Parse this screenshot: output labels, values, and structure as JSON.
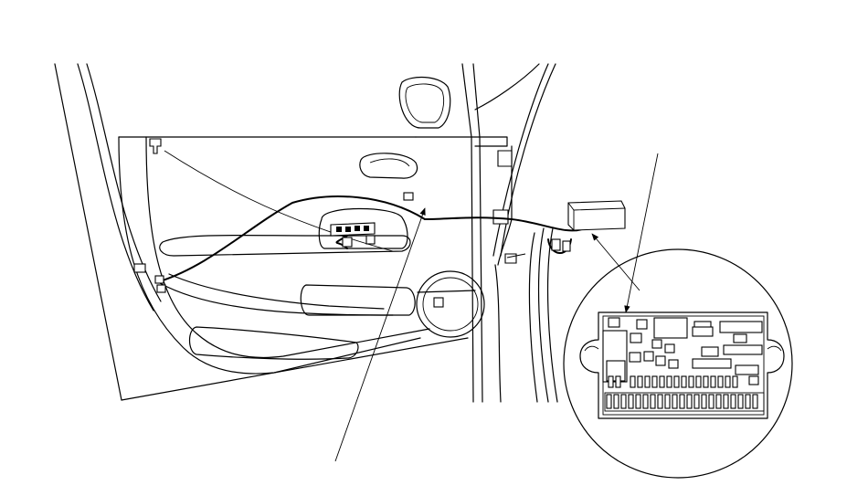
{
  "diagram": {
    "subject": "door-wiring-harness-and-fuse-relay-box",
    "callouts": [
      "door-harness-routing",
      "fuse-box-location",
      "fuse-box-detail"
    ],
    "colors": {
      "line": "#000000",
      "background": "#ffffff"
    }
  }
}
